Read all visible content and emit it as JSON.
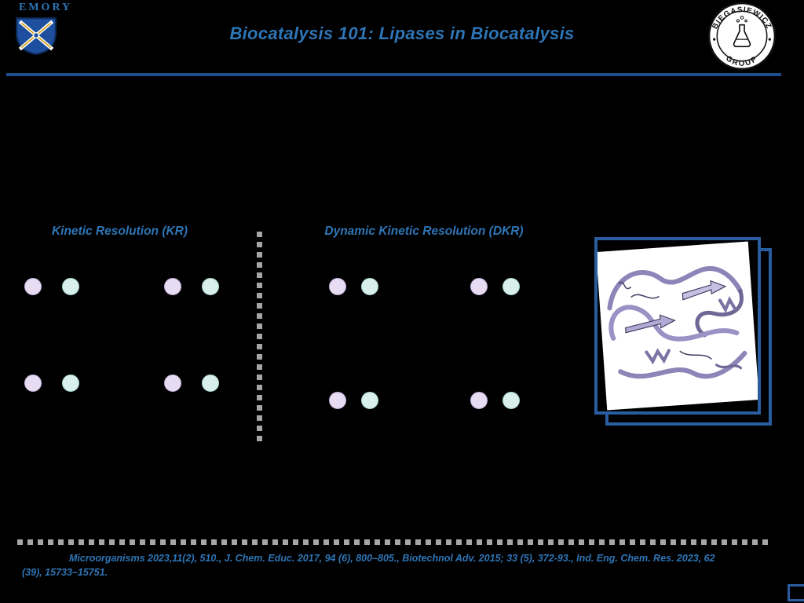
{
  "slide": {
    "title": "Biocatalysis 101: Lipases in Biocatalysis"
  },
  "logos": {
    "emory_text": "EMORY",
    "group_arc_top": "BIEGASIEWICZ",
    "group_arc_bottom": "GROUP"
  },
  "sections": {
    "kr_title": "Kinetic Resolution (KR)",
    "dkr_title": "Dynamic Kinetic Resolution (DKR)"
  },
  "citation": {
    "line1": "Microorganisms 2023,11(2), 510., J. Chem. Educ. 2017, 94 (6), 800–805., Biotechnol Adv. 2015; 33 (5), 372-93., Ind. Eng. Chem. Res. 2023, 62",
    "line2": "(39), 15733–15751."
  },
  "colors": {
    "accent_blue": "#2e75b6",
    "rule_blue": "#1f4e8f",
    "frame_blue": "#2a5d9f",
    "purple_circle": "#e7dcf2",
    "teal_circle": "#d9efeb",
    "dash_gray": "#a6a6a6"
  }
}
